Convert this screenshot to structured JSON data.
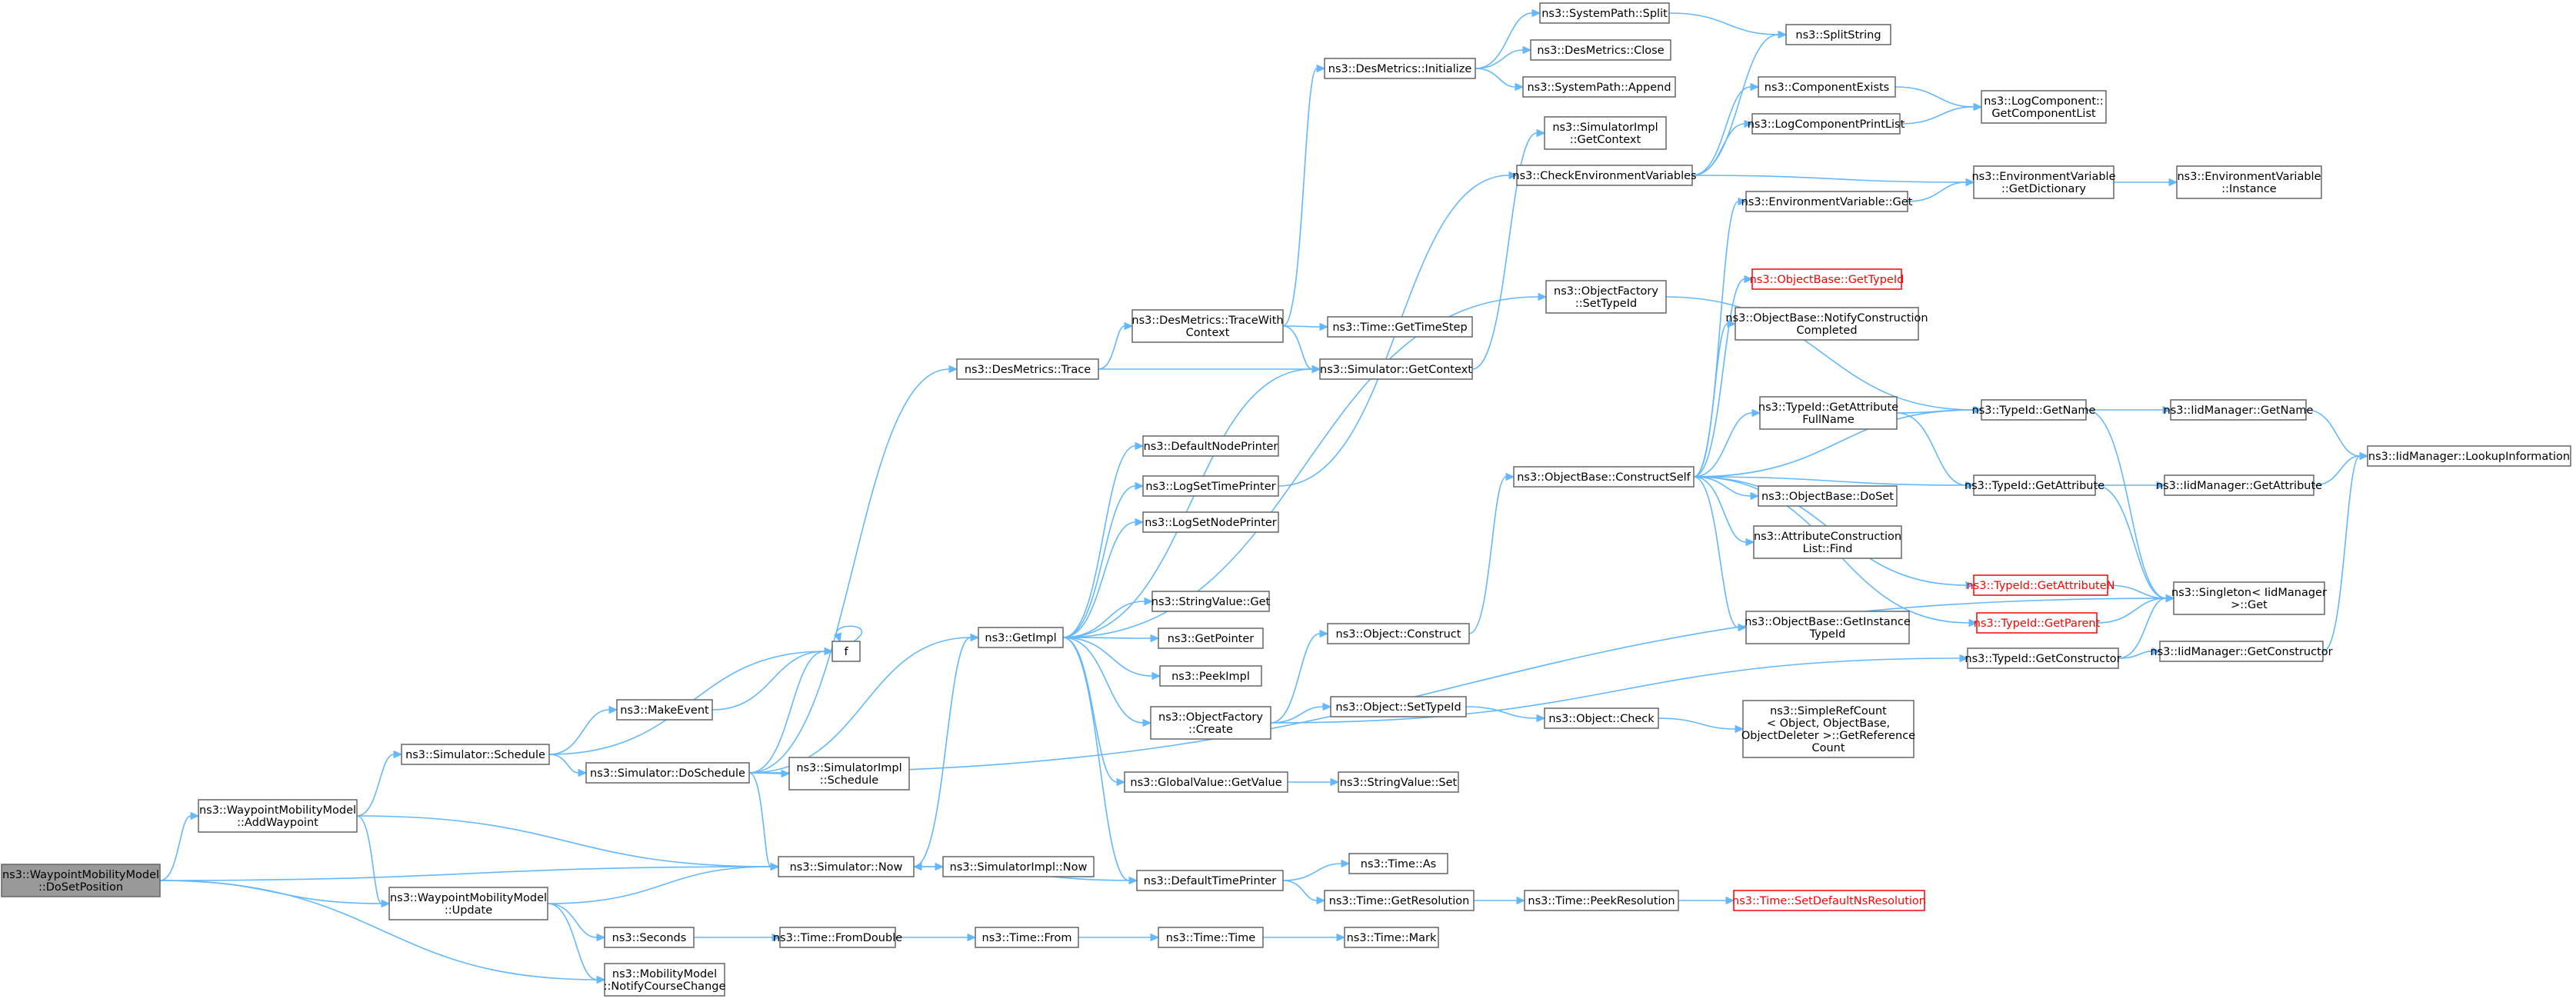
{
  "diagram": {
    "nodes": [
      {
        "id": "root",
        "lines": [
          "ns3::WaypointMobilityModel",
          "::DoSetPosition"
        ],
        "style": "root"
      },
      {
        "id": "addwp",
        "lines": [
          "ns3::WaypointMobilityModel",
          "::AddWaypoint"
        ]
      },
      {
        "id": "update",
        "lines": [
          "ns3::WaypointMobilityModel",
          "::Update"
        ]
      },
      {
        "id": "notify",
        "lines": [
          "ns3::MobilityModel",
          "::NotifyCourseChange"
        ]
      },
      {
        "id": "seconds",
        "lines": [
          "ns3::Seconds"
        ]
      },
      {
        "id": "schedule",
        "lines": [
          "ns3::Simulator::Schedule"
        ]
      },
      {
        "id": "dosched",
        "lines": [
          "ns3::Simulator::DoSchedule"
        ]
      },
      {
        "id": "now",
        "lines": [
          "ns3::Simulator::Now"
        ]
      },
      {
        "id": "makeevent",
        "lines": [
          "ns3::MakeEvent"
        ]
      },
      {
        "id": "f",
        "lines": [
          "f"
        ]
      },
      {
        "id": "simimplsched",
        "lines": [
          "ns3::SimulatorImpl",
          "::Schedule"
        ]
      },
      {
        "id": "simimplnow",
        "lines": [
          "ns3::SimulatorImpl::Now"
        ]
      },
      {
        "id": "getimpl",
        "lines": [
          "ns3::GetImpl"
        ]
      },
      {
        "id": "desmtrace",
        "lines": [
          "ns3::DesMetrics::Trace"
        ]
      },
      {
        "id": "tracewith",
        "lines": [
          "ns3::DesMetrics::TraceWith",
          "Context"
        ]
      },
      {
        "id": "desminit",
        "lines": [
          "ns3::DesMetrics::Initialize"
        ]
      },
      {
        "id": "syssplit",
        "lines": [
          "ns3::SystemPath::Split"
        ]
      },
      {
        "id": "desmclose",
        "lines": [
          "ns3::DesMetrics::Close"
        ]
      },
      {
        "id": "sysappend",
        "lines": [
          "ns3::SystemPath::Append"
        ]
      },
      {
        "id": "splitstr",
        "lines": [
          "ns3::SplitString"
        ]
      },
      {
        "id": "gettimestep",
        "lines": [
          "ns3::Time::GetTimeStep"
        ]
      },
      {
        "id": "simgetctx",
        "lines": [
          "ns3::Simulator::GetContext"
        ]
      },
      {
        "id": "simimplctx",
        "lines": [
          "ns3::SimulatorImpl",
          "::GetContext"
        ]
      },
      {
        "id": "defnodeprinter",
        "lines": [
          "ns3::DefaultNodePrinter"
        ]
      },
      {
        "id": "logsettime",
        "lines": [
          "ns3::LogSetTimePrinter"
        ]
      },
      {
        "id": "logsetnode",
        "lines": [
          "ns3::LogSetNodePrinter"
        ]
      },
      {
        "id": "strvalget",
        "lines": [
          "ns3::StringValue::Get"
        ]
      },
      {
        "id": "getpointer",
        "lines": [
          "ns3::GetPointer"
        ]
      },
      {
        "id": "peekimpl",
        "lines": [
          "ns3::PeekImpl"
        ]
      },
      {
        "id": "objfactcreate",
        "lines": [
          "ns3::ObjectFactory",
          "::Create"
        ]
      },
      {
        "id": "globalvalget",
        "lines": [
          "ns3::GlobalValue::GetValue"
        ]
      },
      {
        "id": "deftimeprinter",
        "lines": [
          "ns3::DefaultTimePrinter"
        ]
      },
      {
        "id": "checkenv",
        "lines": [
          "ns3::CheckEnvironmentVariables"
        ]
      },
      {
        "id": "objfactsettid",
        "lines": [
          "ns3::ObjectFactory",
          "::SetTypeId"
        ]
      },
      {
        "id": "objconstruct",
        "lines": [
          "ns3::Object::Construct"
        ]
      },
      {
        "id": "objsettid",
        "lines": [
          "ns3::Object::SetTypeId"
        ]
      },
      {
        "id": "objcheck",
        "lines": [
          "ns3::Object::Check"
        ]
      },
      {
        "id": "strvalset",
        "lines": [
          "ns3::StringValue::Set"
        ]
      },
      {
        "id": "timeas",
        "lines": [
          "ns3::Time::As"
        ]
      },
      {
        "id": "getres",
        "lines": [
          "ns3::Time::GetResolution"
        ]
      },
      {
        "id": "peekres",
        "lines": [
          "ns3::Time::PeekResolution"
        ]
      },
      {
        "id": "setdefns",
        "lines": [
          "ns3::Time::SetDefaultNsResolution"
        ],
        "style": "red"
      },
      {
        "id": "fromdouble",
        "lines": [
          "ns3::Time::FromDouble"
        ]
      },
      {
        "id": "timefrom",
        "lines": [
          "ns3::Time::From"
        ]
      },
      {
        "id": "timetime",
        "lines": [
          "ns3::Time::Time"
        ]
      },
      {
        "id": "timemark",
        "lines": [
          "ns3::Time::Mark"
        ]
      },
      {
        "id": "constructself",
        "lines": [
          "ns3::ObjectBase::ConstructSelf"
        ]
      },
      {
        "id": "compexists",
        "lines": [
          "ns3::ComponentExists"
        ]
      },
      {
        "id": "logcompprint",
        "lines": [
          "ns3::LogComponentPrintList"
        ]
      },
      {
        "id": "envvarget",
        "lines": [
          "ns3::EnvironmentVariable::Get"
        ]
      },
      {
        "id": "objbasegettid",
        "lines": [
          "ns3::ObjectBase::GetTypeId"
        ],
        "style": "red"
      },
      {
        "id": "notifyconst",
        "lines": [
          "ns3::ObjectBase::NotifyConstruction",
          "Completed"
        ]
      },
      {
        "id": "tidgetattrfull",
        "lines": [
          "ns3::TypeId::GetAttribute",
          "FullName"
        ]
      },
      {
        "id": "objbasedoset",
        "lines": [
          "ns3::ObjectBase::DoSet"
        ]
      },
      {
        "id": "attrconstfind",
        "lines": [
          "ns3::AttributeConstruction",
          "List::Find"
        ]
      },
      {
        "id": "objbasegetinst",
        "lines": [
          "ns3::ObjectBase::GetInstance",
          "TypeId"
        ]
      },
      {
        "id": "simplerefcount",
        "lines": [
          "ns3::SimpleRefCount",
          "< Object, ObjectBase,",
          "ObjectDeleter >::GetReference",
          "Count"
        ]
      },
      {
        "id": "logcompgetlist",
        "lines": [
          "ns3::LogComponent::",
          "GetComponentList"
        ]
      },
      {
        "id": "envgetdict",
        "lines": [
          "ns3::EnvironmentVariable",
          "::GetDictionary"
        ]
      },
      {
        "id": "envinstance",
        "lines": [
          "ns3::EnvironmentVariable",
          "::Instance"
        ]
      },
      {
        "id": "tidgetname",
        "lines": [
          "ns3::TypeId::GetName"
        ]
      },
      {
        "id": "tidgetattr",
        "lines": [
          "ns3::TypeId::GetAttribute"
        ]
      },
      {
        "id": "tidgetattrn",
        "lines": [
          "ns3::TypeId::GetAttributeN"
        ],
        "style": "red"
      },
      {
        "id": "tidgetparent",
        "lines": [
          "ns3::TypeId::GetParent"
        ],
        "style": "red"
      },
      {
        "id": "tidgetctor",
        "lines": [
          "ns3::TypeId::GetConstructor"
        ]
      },
      {
        "id": "iidgetname",
        "lines": [
          "ns3::IidManager::GetName"
        ]
      },
      {
        "id": "iidgetattr",
        "lines": [
          "ns3::IidManager::GetAttribute"
        ]
      },
      {
        "id": "iidgetctor",
        "lines": [
          "ns3::IidManager::GetConstructor"
        ]
      },
      {
        "id": "singletonget",
        "lines": [
          "ns3::Singleton< IidManager",
          ">::Get"
        ]
      },
      {
        "id": "iidlookup",
        "lines": [
          "ns3::IidManager::LookupInformation"
        ]
      }
    ],
    "colors": {
      "edge": "#63b8ff",
      "node_border": "#666666",
      "root_fill": "#999999",
      "red": "#ff0000"
    }
  }
}
